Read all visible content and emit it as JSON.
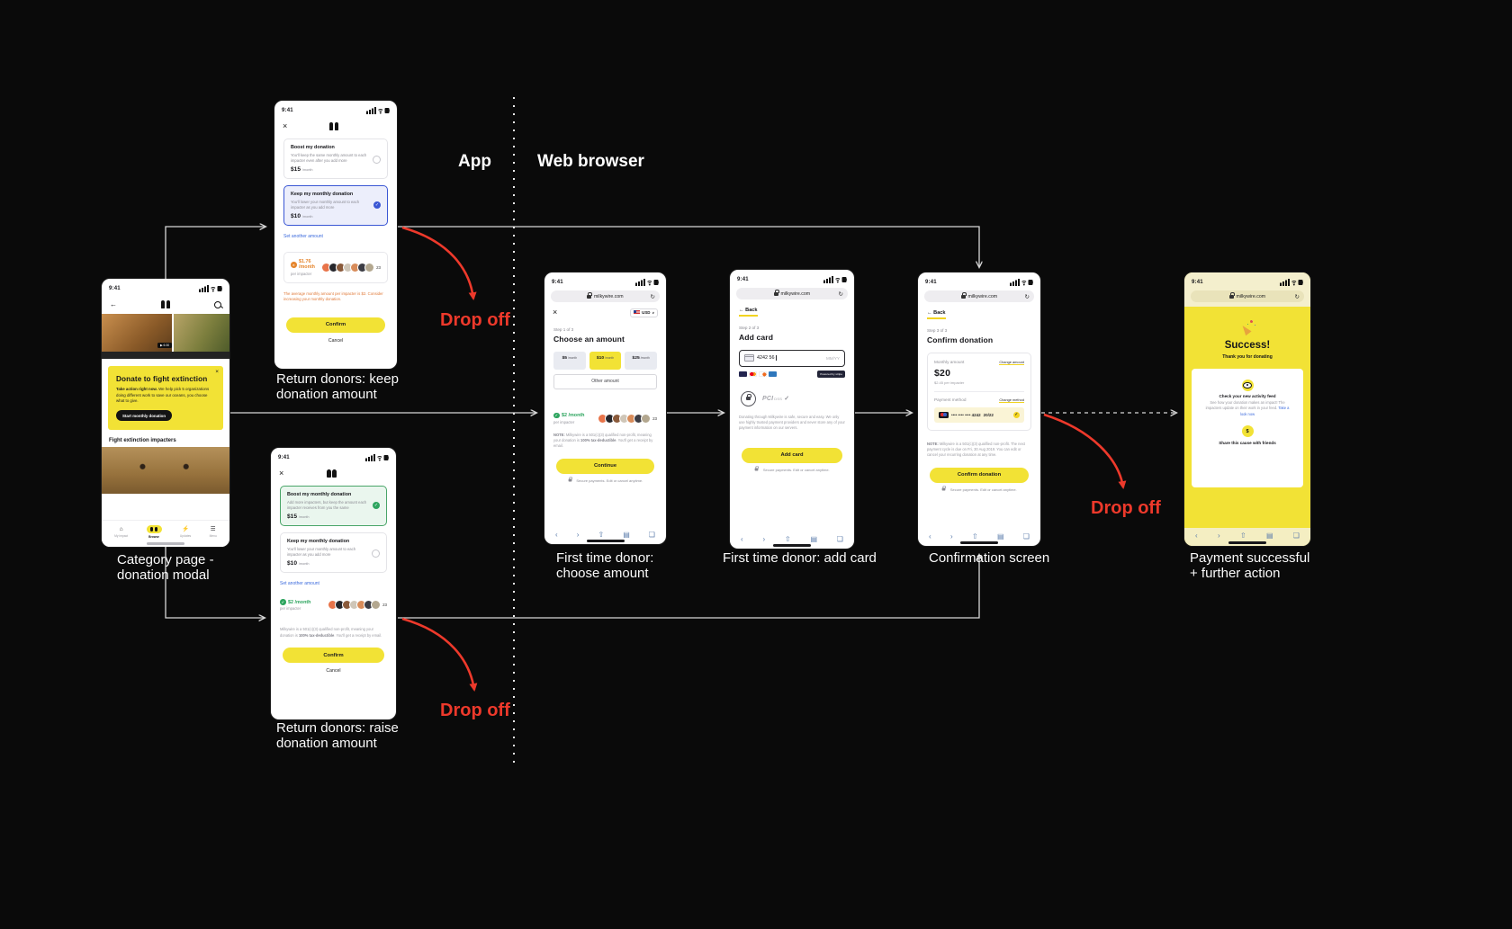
{
  "diagram": {
    "app_label": "App",
    "web_label": "Web browser",
    "dropoff_label": "Drop off",
    "colors": {
      "background": "#0a0a0a",
      "accent_yellow": "#f2e235",
      "drop_red": "#ed392b",
      "link_blue": "#3c6bdd",
      "green": "#2ea55f",
      "orange": "#e5862e"
    }
  },
  "captions": {
    "p1a": "Category page -",
    "p1b": "donation modal",
    "p2a": "Return donors: keep",
    "p2b": "donation amount",
    "p3a": "Return donors: raise",
    "p3b": "donation amount",
    "p4a": "First time donor:",
    "p4b": "choose amount",
    "p5a": "First time donor: add card",
    "p6a": "Confirmation screen",
    "p7a": "Payment successful",
    "p7b": "+ further action"
  },
  "common": {
    "time": "9:41",
    "url": "milkywire.com",
    "set_another": "Set another amount",
    "per_impacter": "per impacter",
    "avatar_count": "23",
    "confirm": "Confirm",
    "cancel": "Cancel",
    "secure": "Secure payments. Edit or cancel anytime."
  },
  "icons": {
    "close": "×",
    "back": "←",
    "refresh": "↻",
    "chevron_down": "∨",
    "play": "▶",
    "check": "✓",
    "alert": "×",
    "nav_back": "‹",
    "nav_forward": "›",
    "share": "⇧",
    "bookmarks": "▤",
    "tabs": "❏",
    "home": "⌂",
    "updates": "⚡",
    "menu": "☰",
    "dollar": "$"
  },
  "p1": {
    "video_badge": "6:30",
    "modal_title": "Donate to fight extinction",
    "modal_bold": "Take action right now.",
    "modal_body": " We help pick 5 organizations doing different work to save our oceans, you choose what to give.",
    "modal_cta": "Start monthly donation",
    "section": "Fight extinction impacters",
    "tabs": [
      {
        "label": "My impact"
      },
      {
        "label": "Browse"
      },
      {
        "label": "Updates"
      },
      {
        "label": "Menu"
      }
    ]
  },
  "p2": {
    "opt1_title": "Boost my donation",
    "opt1_desc": "You'll keep the same monthly amount to each impacter even after you add more",
    "opt1_amount": "$15",
    "opt1_unit": "/month",
    "opt2_title": "Keep my monthly donation",
    "opt2_desc": "You'll lower your monthly amount to each impacter as you add more",
    "opt2_amount": "$10",
    "opt2_unit": "/month",
    "stat_amount": "$1.76 /month",
    "warning": "The average monthly amount per impacter is $2. Consider increasing your monthly donation."
  },
  "p3": {
    "opt1_title": "Boost my monthly donation",
    "opt1_desc": "Add more impacters, but keep the amount each impacter receives from you the same",
    "opt1_amount": "$15",
    "opt1_unit": "/month",
    "opt2_title": "Keep my monthly donation",
    "opt2_desc": "You'll lower your monthly amount to each impacter as you add more",
    "opt2_amount": "$10",
    "opt2_unit": "/month",
    "stat_amount": "$2 /month",
    "legal_1": "Milkywire is a 501(c)(3) qualified non-profit, meaning your donation is ",
    "legal_bold": "100% tax-deductible",
    "legal_2": ". You'll get a receipt by email."
  },
  "p4": {
    "currency": "USD",
    "step": "Step 1 of 3",
    "title": "Choose an amount",
    "amounts": [
      {
        "value": "$5",
        "unit": "/month"
      },
      {
        "value": "$10",
        "unit": "/month"
      },
      {
        "value": "$25",
        "unit": "/month"
      }
    ],
    "other": "Other amount",
    "stat_amount": "$2 /month",
    "note_bold": "NOTE:",
    "note_1": " Milkywire is a 501(c)(3) qualified non-profit, meaning your donation is ",
    "note_bold2": "100% tax-deductible",
    "note_2": ". You'll get a receipt by email.",
    "cta": "Continue"
  },
  "p5": {
    "back": "Back",
    "step": "Step 2 of 3",
    "title": "Add card",
    "card_number": "4242 56",
    "exp_placeholder": "MM/YY",
    "stripe_badge": "Powered by stripe",
    "pci": "PCI",
    "pci_small": "DSS",
    "legal": "Donating through Milkywire is safe, secure and easy. We only use highly trusted payment providers and never store any of your payment information on our servers.",
    "cta": "Add card"
  },
  "p6": {
    "back": "Back",
    "step": "Step 3 of 3",
    "title": "Confirm donation",
    "monthly_label": "Monthly amount",
    "change_amount": "Change amount",
    "amount": "$20",
    "per": "$2.45 per impacter",
    "payment_label": "Payment method",
    "change_method": "Change method",
    "card_mask": "•••• •••• •••• 4242",
    "card_exp": "20/22",
    "note_bold": "NOTE:",
    "note": " Milkywire is a 501(c)(3) qualified non-profit. The next payment cycle is due on Fri, 30 Aug 2019. You can edit or cancel your recurring donation at any time.",
    "cta": "Confirm donation"
  },
  "p7": {
    "title": "Success!",
    "subtitle": "Thank you for donating",
    "feed_title": "Check your new activity feed",
    "feed_body": "See how your donation makes an impact! The impacters update on their work in your feed. ",
    "feed_link": "Take a look now",
    "share_title": "Share this cause with friends"
  }
}
